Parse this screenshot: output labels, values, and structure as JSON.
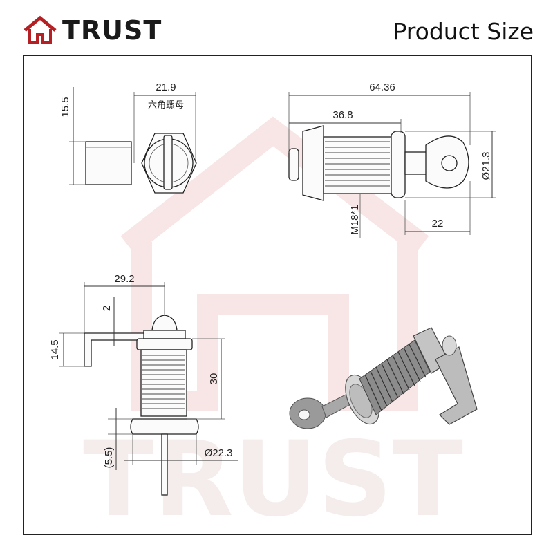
{
  "header": {
    "brand": "TRUST",
    "title": "Product Size",
    "logo_icon": "house-icon",
    "brand_color": "#b52025"
  },
  "drawing": {
    "top_left": {
      "height_label": "15.5",
      "width_label": "21.9",
      "hex_nut_label": "六角螺母"
    },
    "top_right": {
      "overall_length": "64.36",
      "body_length": "36.8",
      "thread_label": "M18*1",
      "key_length": "22",
      "head_diameter": "Ø21.3"
    },
    "bottom_left": {
      "cam_length": "29.2",
      "cam_offset": "2",
      "cam_height": "14.5",
      "body_height": "30",
      "head_thickness": "(5.5)",
      "head_diameter": "Ø22.3"
    }
  },
  "watermark": {
    "text": "TRUST",
    "color": "#f3d6d6"
  }
}
